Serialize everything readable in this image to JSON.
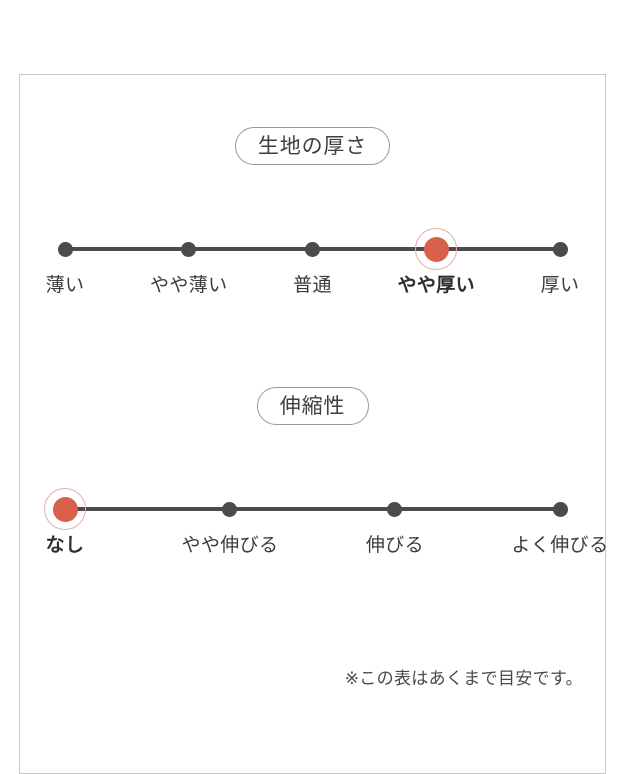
{
  "colors": {
    "active": "#d9604a",
    "active_ring": "#e4b0a4",
    "track": "#4b4b4b",
    "dot": "#4b4b4b",
    "border": "#c9c9c9",
    "text": "#3c3c3c"
  },
  "chart_data": {
    "type": "scale",
    "title": "",
    "scales": [
      {
        "label": "生地の厚さ",
        "categories": [
          "薄い",
          "やや薄い",
          "普通",
          "やや厚い",
          "厚い"
        ],
        "selected_index": 3,
        "selected_value": "やや厚い"
      },
      {
        "label": "伸縮性",
        "categories": [
          "なし",
          "やや伸びる",
          "伸びる",
          "よく伸びる"
        ],
        "selected_index": 0,
        "selected_value": "なし"
      }
    ]
  },
  "sections": [
    {
      "badge": "生地の厚さ",
      "points": [
        {
          "label": "薄い",
          "active": false
        },
        {
          "label": "やや薄い",
          "active": false
        },
        {
          "label": "普通",
          "active": false
        },
        {
          "label": "やや厚い",
          "active": true
        },
        {
          "label": "厚い",
          "active": false
        }
      ]
    },
    {
      "badge": "伸縮性",
      "points": [
        {
          "label": "なし",
          "active": true
        },
        {
          "label": "やや伸びる",
          "active": false
        },
        {
          "label": "伸びる",
          "active": false
        },
        {
          "label": "よく伸びる",
          "active": false
        }
      ]
    }
  ],
  "footnote": "※この表はあくまで目安です。"
}
